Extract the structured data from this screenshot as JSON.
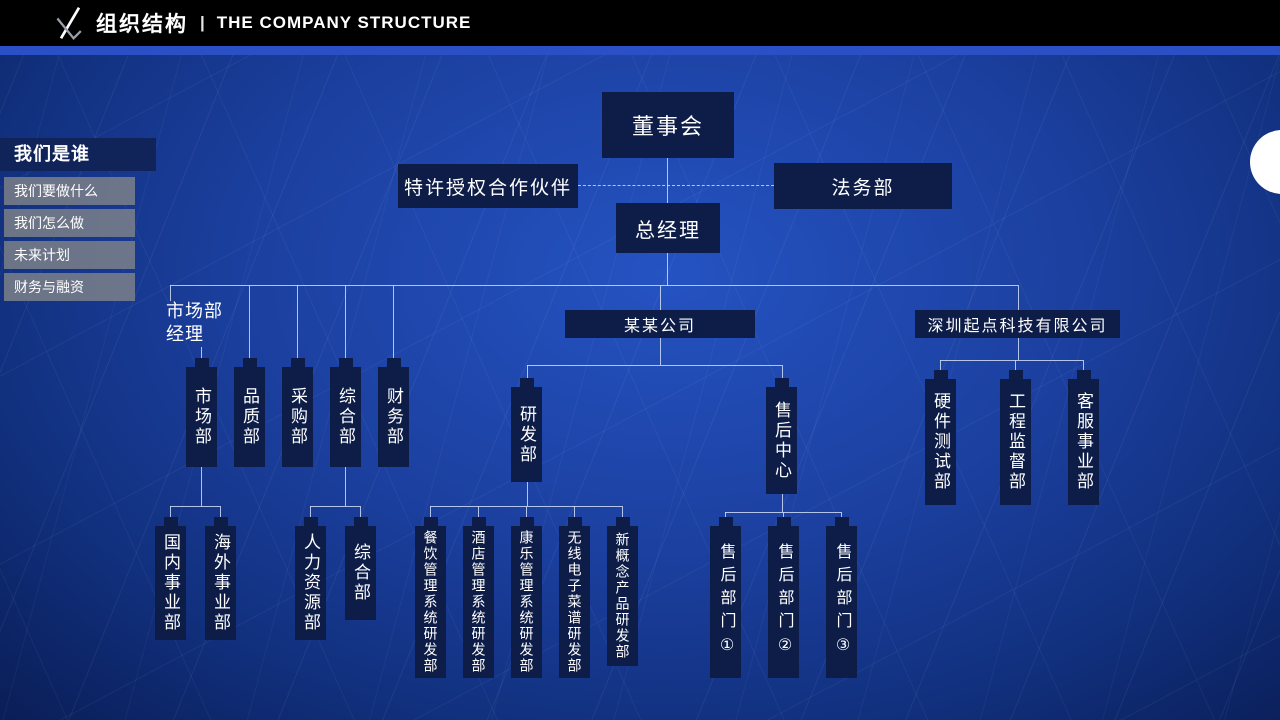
{
  "colors": {
    "accent": "#2b4fc5",
    "box": "#0d1d48",
    "line": "#cfdcf5",
    "bg_light": "#2553c2",
    "bg_mid": "#1b3f9e",
    "bg_deep": "#0a1d55"
  },
  "header": {
    "title_zh": "组织结构",
    "separator": "|",
    "title_en": "THE COMPANY STRUCTURE"
  },
  "sidebar": {
    "heading": "我们是谁",
    "items": [
      "我们要做什么",
      "我们怎么做",
      "未来计划",
      "财务与融资"
    ]
  },
  "chart": {
    "board": "董事会",
    "franchise": "特许授权合作伙伴",
    "legal": "法务部",
    "general_manager": "总经理",
    "left": {
      "manager": "市场部经理",
      "depts": [
        "市场部",
        "品质部",
        "采购部",
        "综合部",
        "财务部"
      ],
      "market_subs": [
        "国内事业部",
        "海外事业部"
      ],
      "general_subs": [
        "人力资源部",
        "综合部"
      ]
    },
    "mid": {
      "company": "某某公司",
      "rd": "研发部",
      "aftersales": "售后中心",
      "rd_subs": [
        "餐饮管理系统研发部",
        "酒店管理系统研发部",
        "康乐管理系统研发部",
        "无线电子菜谱研发部",
        "新概念产品研发部"
      ],
      "aftersales_subs": [
        "售后部门①",
        "售后部门②",
        "售后部门③"
      ]
    },
    "right": {
      "company": "深圳起点科技有限公司",
      "depts": [
        "硬件测试部",
        "工程监督部",
        "客服事业部"
      ]
    }
  }
}
